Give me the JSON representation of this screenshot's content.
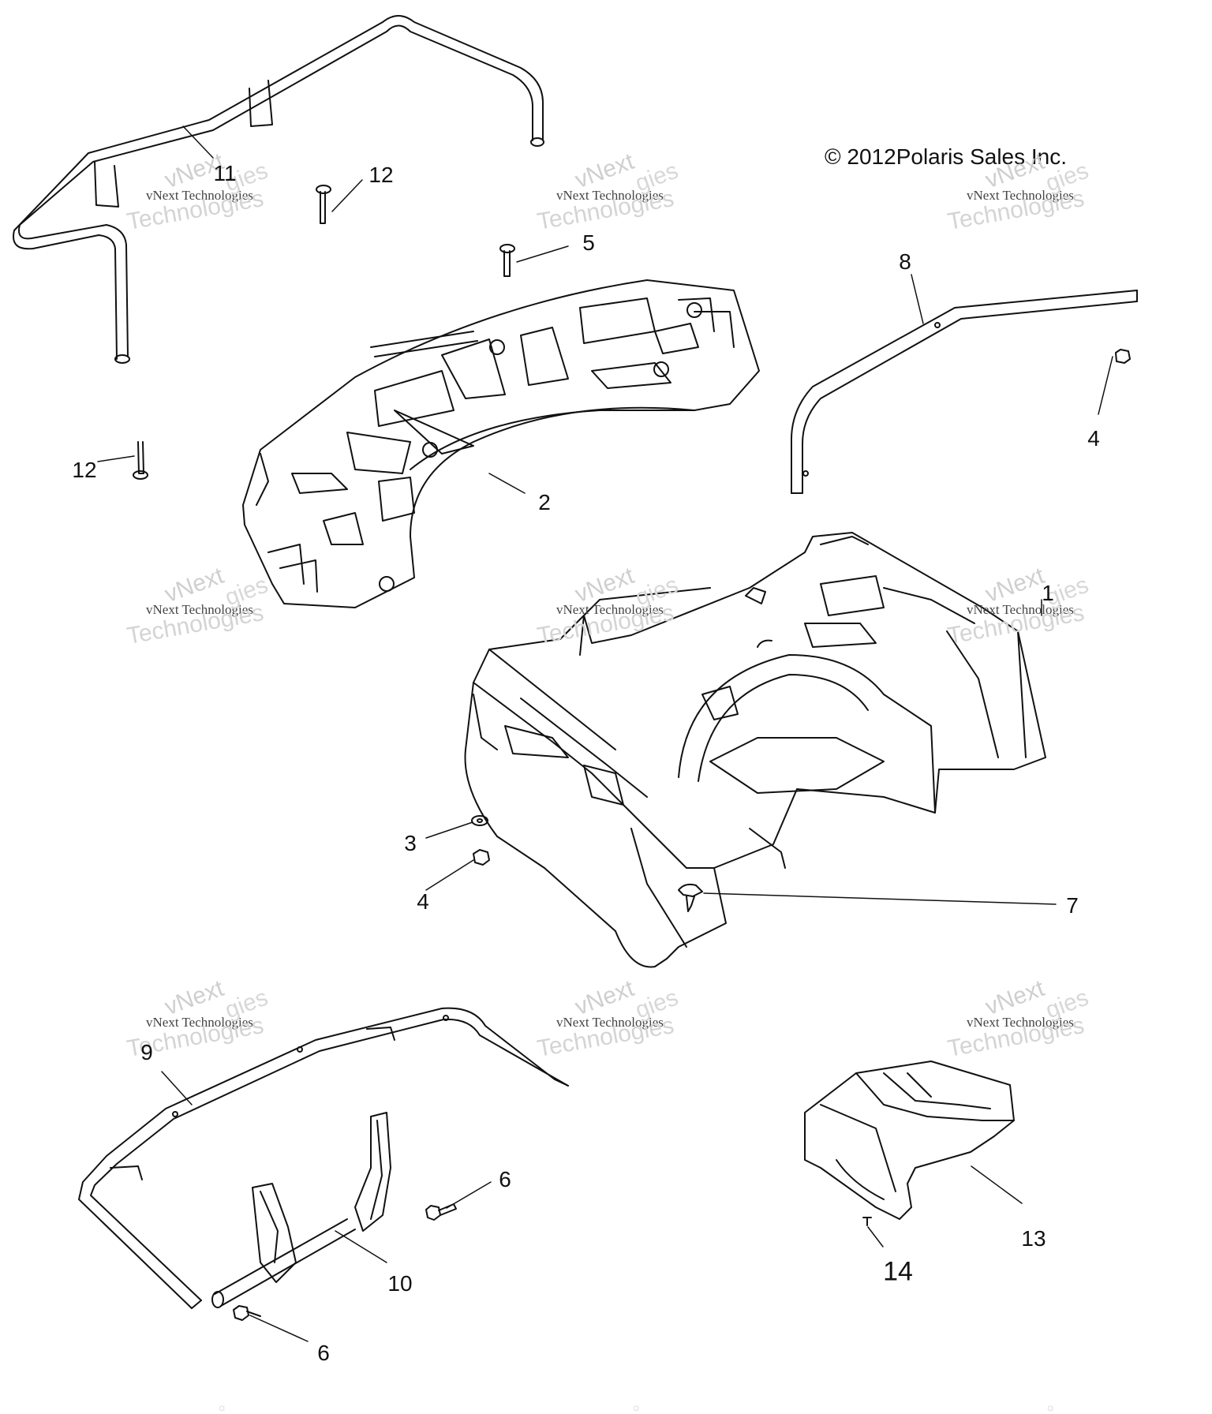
{
  "copyright": "© 2012Polaris Sales Inc.",
  "watermark": {
    "line1": "vNext",
    "line2": "vNext Technologies",
    "line3": "Technologies",
    "line4": "gies"
  },
  "callouts": [
    "11",
    "12",
    "5",
    "8",
    "4",
    "12",
    "2",
    "1",
    "3",
    "4",
    "7",
    "9",
    "6",
    "10",
    "6",
    "13",
    "14"
  ],
  "footer_mark": "☼",
  "colors": {
    "line": "#111111",
    "shade": "#d0d0d0",
    "watermark": "#cccccc"
  }
}
